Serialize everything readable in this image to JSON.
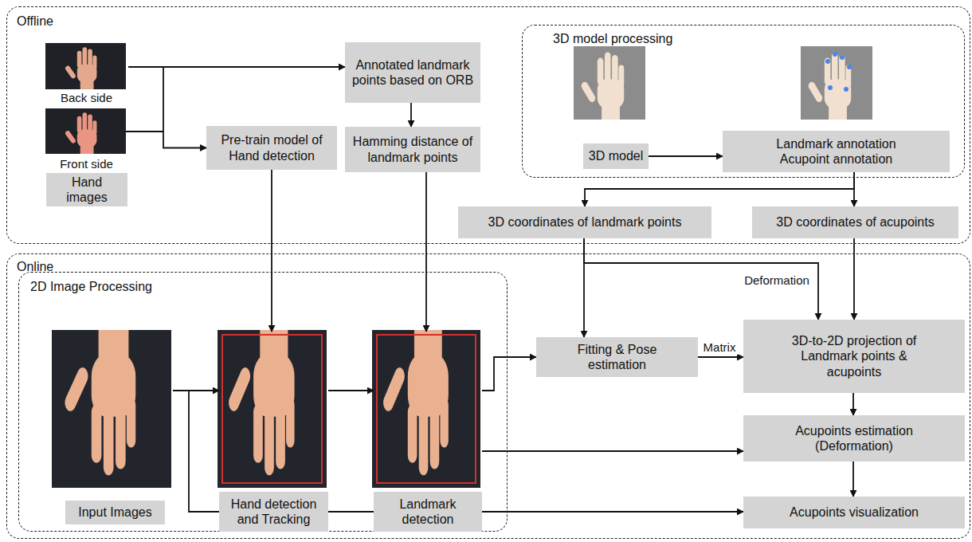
{
  "diagram": {
    "nodes": [
      {
        "text": [
          "Offline"
        ]
      },
      {
        "text": [
          "Back side",
          "Front side",
          "Hand images"
        ],
        "in": 0
      },
      {
        "text": [
          "Annotated landmark points based on ORB"
        ],
        "in": 0
      },
      {
        "text": [
          "Pre-train model of Hand detection"
        ],
        "in": 0
      },
      {
        "text": [
          "Hamming distance of landmark points"
        ],
        "in": 0
      },
      {
        "text": [
          "3D model processing"
        ],
        "in": 0
      },
      {
        "text": [
          "3D model"
        ],
        "in": 5
      },
      {
        "text": [
          "Landmark annotation Acupoint annotation"
        ],
        "in": 5
      },
      {
        "text": [
          "3D coordinates of landmark points"
        ],
        "in": 0
      },
      {
        "text": [
          "3D coordinates of acupoints"
        ],
        "in": 0
      },
      {
        "text": [
          "Online"
        ]
      },
      {
        "text": [
          "2D Image Processing"
        ],
        "in": 10
      },
      {
        "text": [
          "Input Images"
        ],
        "in": 11
      },
      {
        "text": [
          "Hand detection and Tracking"
        ],
        "in": 11
      },
      {
        "text": [
          "Landmark detection"
        ],
        "in": 11
      },
      {
        "text": [
          "Fitting & Pose estimation"
        ],
        "in": 10
      },
      {
        "text": [
          "3D-to-2D projection of Landmark points & acupoints"
        ],
        "in": 10
      },
      {
        "text": [
          "Acupoints estimation (Deformation)"
        ],
        "in": 10
      },
      {
        "text": [
          "Acupoints visualization"
        ],
        "in": 10
      }
    ],
    "edges": [
      {
        "from": 1,
        "to": 2,
        "arrow": "to"
      },
      {
        "from": 1,
        "to": 3,
        "arrow": "to"
      },
      {
        "from": 2,
        "to": 4,
        "arrow": "to"
      },
      {
        "from": 3,
        "to": 13,
        "arrow": "to"
      },
      {
        "from": 4,
        "to": 14,
        "arrow": "to"
      },
      {
        "from": 6,
        "to": 7,
        "arrow": "to"
      },
      {
        "from": 7,
        "to": 8,
        "arrow": "to"
      },
      {
        "from": 7,
        "to": 9,
        "arrow": "to"
      },
      {
        "from": 8,
        "to": 15,
        "arrow": "to"
      },
      {
        "from": 8,
        "to": 16,
        "label": "Deformation",
        "arrow": "to"
      },
      {
        "from": 9,
        "to": 16,
        "arrow": "to"
      },
      {
        "from": 15,
        "to": 16,
        "label": "Matrix",
        "arrow": "to"
      },
      {
        "from": 12,
        "to": 13,
        "arrow": "to"
      },
      {
        "from": 13,
        "to": 14,
        "arrow": "to"
      },
      {
        "from": 14,
        "to": 15,
        "arrow": "to"
      },
      {
        "from": 16,
        "to": 17,
        "arrow": "to"
      },
      {
        "from": 14,
        "to": 17,
        "arrow": "to"
      },
      {
        "from": 17,
        "to": 18,
        "arrow": "to"
      },
      {
        "from": 12,
        "to": 18,
        "arrow": "to"
      }
    ]
  }
}
